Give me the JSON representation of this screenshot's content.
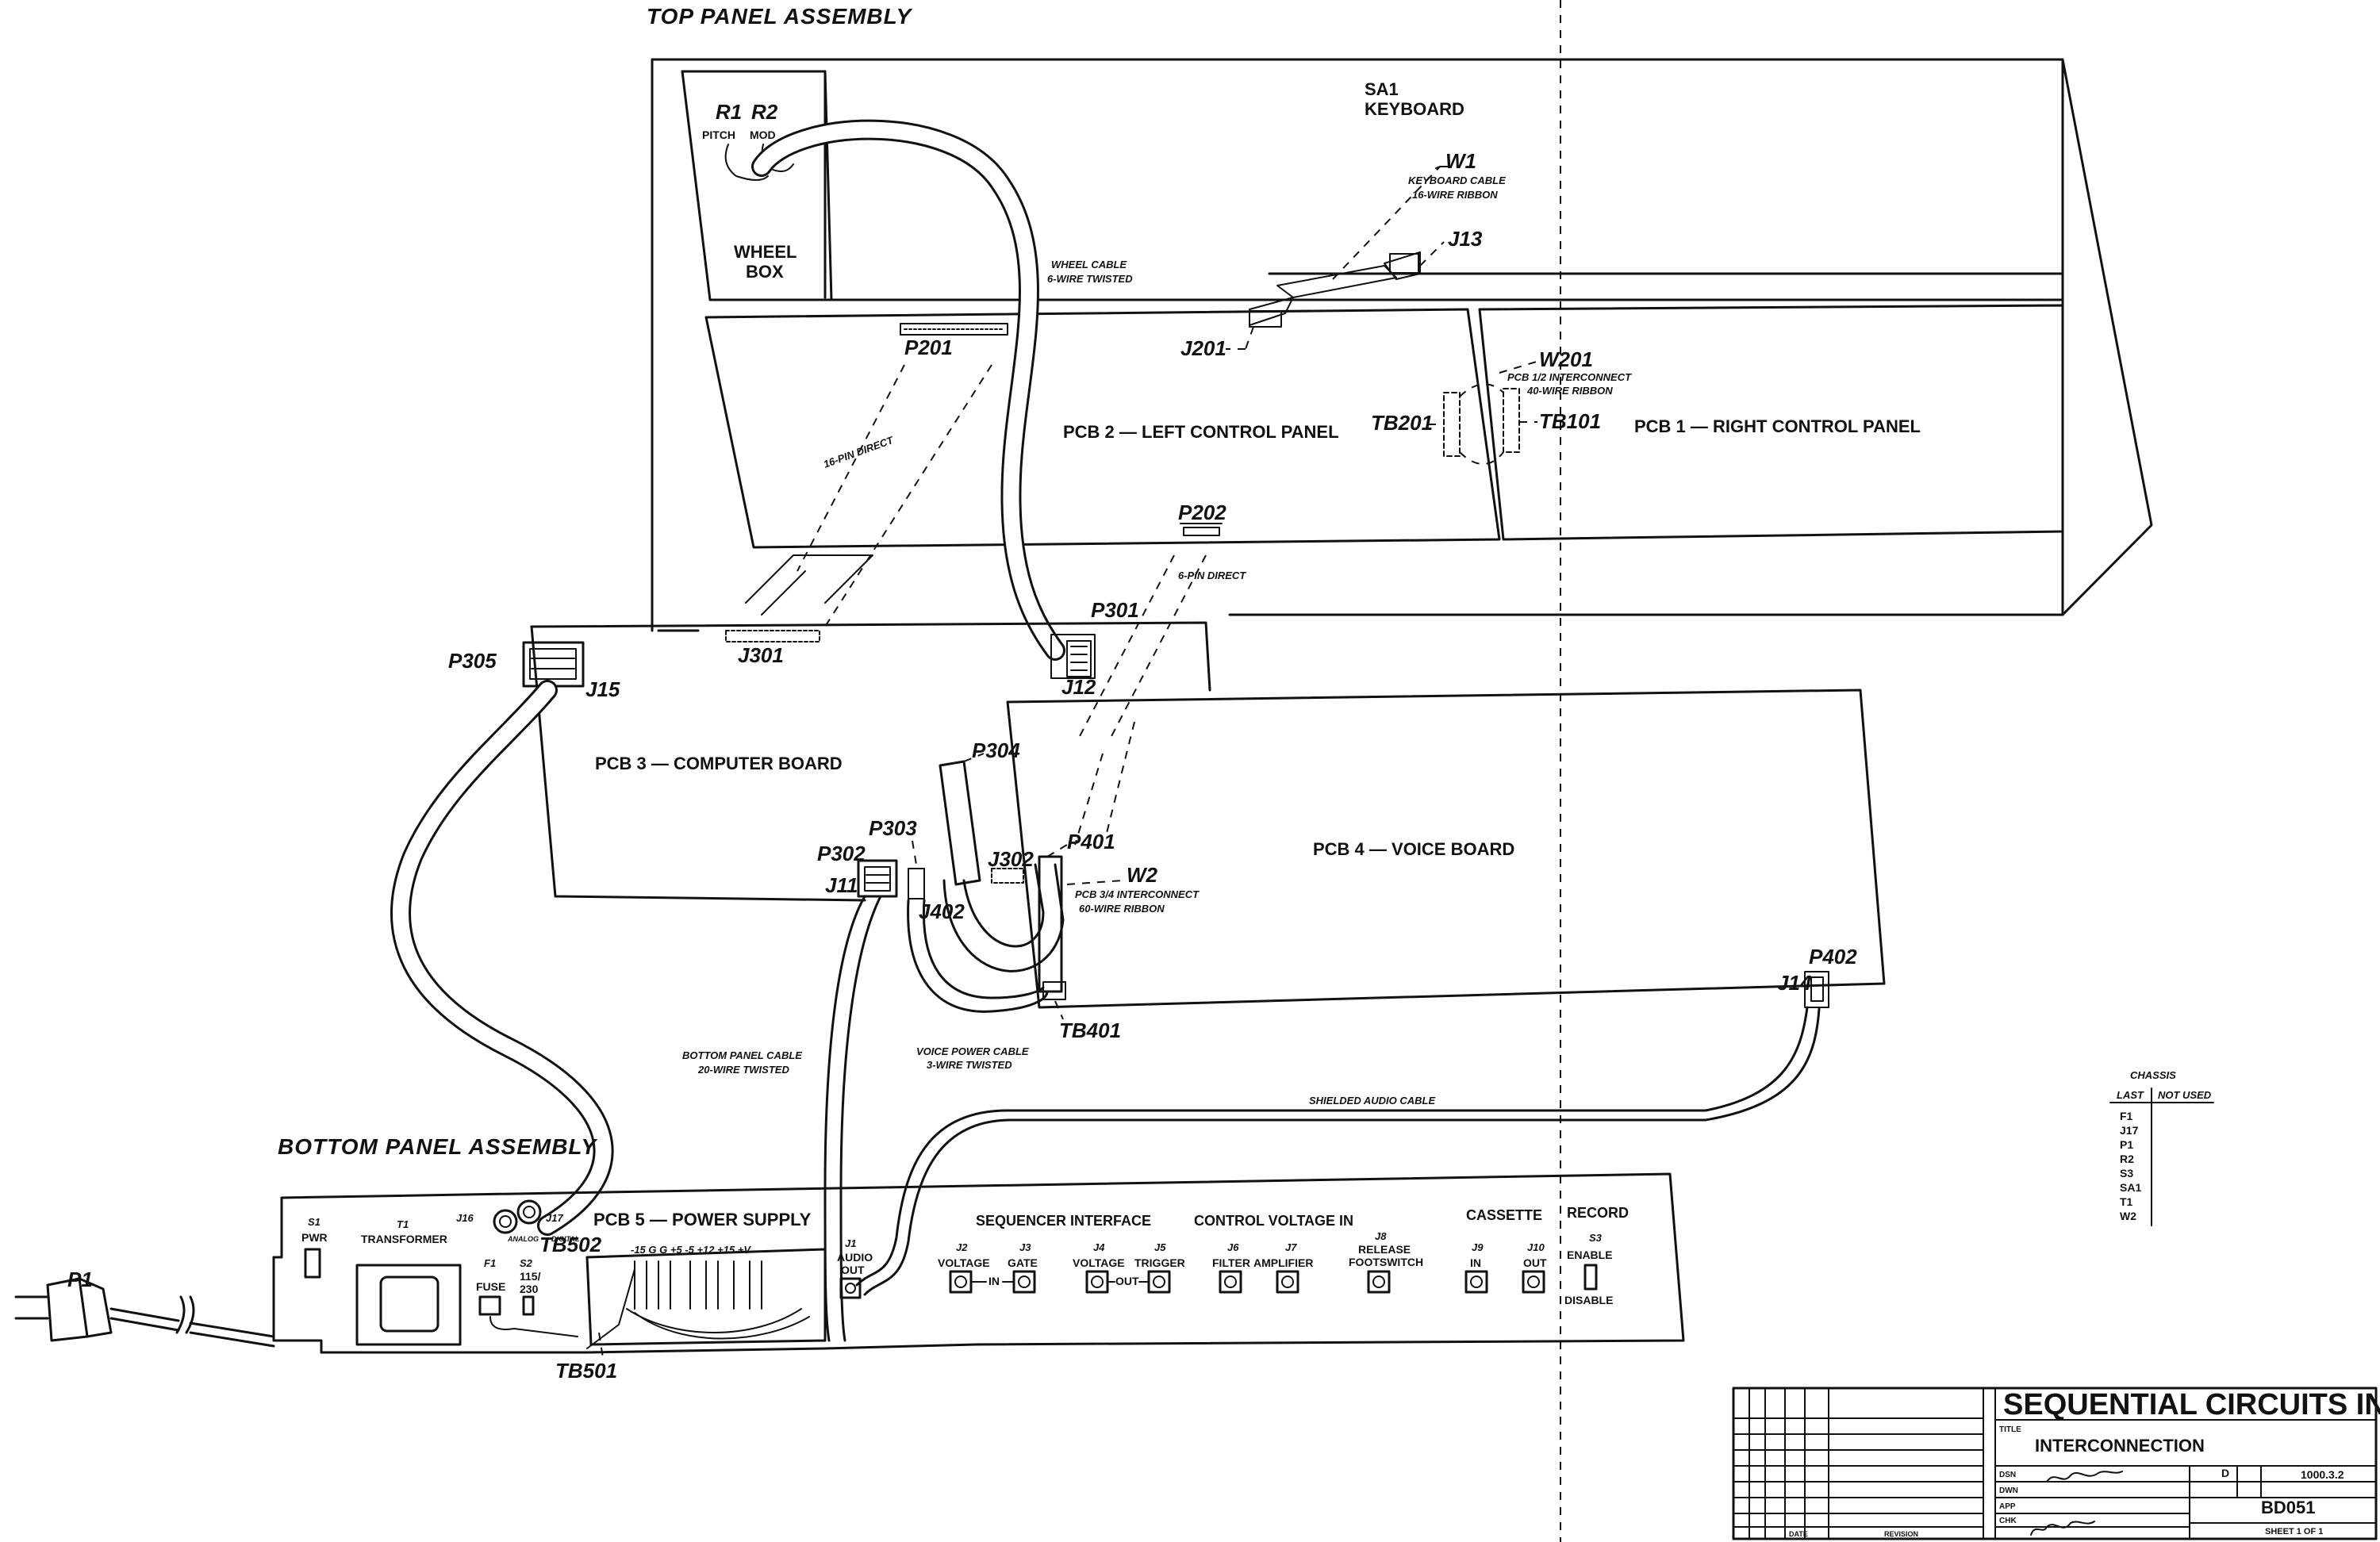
{
  "sections": {
    "top_panel": "TOP PANEL ASSEMBLY",
    "bottom_panel": "BOTTOM PANEL ASSEMBLY"
  },
  "top": {
    "sa1": "SA1",
    "keyboard": "KEYBOARD",
    "r1": "R1",
    "r2": "R2",
    "pitch": "PITCH",
    "mod": "MOD",
    "wheel": "WHEEL",
    "box": "BOX",
    "w1": "W1",
    "keyboard_cable": "KEYBOARD CABLE",
    "w1_ribbon": "16-WIRE RIBBON",
    "j13": "J13",
    "wheel_cable": "WHEEL CABLE",
    "wheel_cable_type": "6-WIRE TWISTED",
    "j201": "J201",
    "p201": "P201",
    "w201": "W201",
    "w201_desc": "PCB 1/2 INTERCONNECT",
    "w201_ribbon": "40-WIRE RIBBON",
    "tb201": "TB201",
    "tb101": "TB101",
    "pcb2": "PCB 2 — LEFT CONTROL PANEL",
    "pcb1": "PCB 1 — RIGHT CONTROL PANEL",
    "pin16": "16-PIN DIRECT",
    "p202": "P202",
    "pin6": "6-PIN DIRECT",
    "p301": "P301",
    "j301": "J301",
    "j12": "J12"
  },
  "boards": {
    "p305": "P305",
    "j15": "J15",
    "pcb3": "PCB 3 — COMPUTER BOARD",
    "p304": "P304",
    "p303": "P303",
    "p302": "P302",
    "j11": "J11",
    "j302": "J302",
    "p401": "P401",
    "j402": "J402",
    "w2": "W2",
    "w2_desc": "PCB 3/4 INTERCONNECT",
    "w2_ribbon": "60-WIRE RIBBON",
    "pcb4": "PCB 4 — VOICE BOARD",
    "p402": "P402",
    "j14": "J14",
    "tb401": "TB401",
    "bottom_cable": "BOTTOM PANEL CABLE",
    "bottom_cable_type": "20-WIRE TWISTED",
    "voice_power": "VOICE POWER CABLE",
    "voice_power_type": "3-WIRE TWISTED",
    "shielded": "SHIELDED AUDIO CABLE"
  },
  "bottom": {
    "p1": "P1",
    "s1": "S1",
    "pwr": "PWR",
    "t1": "T1",
    "transformer": "TRANSFORMER",
    "j16": "J16",
    "j17": "J17",
    "analog": "ANALOG",
    "digital": "DIGITAL",
    "f1": "F1",
    "fuse": "FUSE",
    "s2": "S2",
    "s2_v1": "115/",
    "s2_v2": "230",
    "pcb5": "PCB 5 — POWER SUPPLY",
    "tb502": "TB502",
    "tb501": "TB501",
    "rails": "-15 G G   +5  -5 +12  +15 +V",
    "j1": "J1",
    "audio": "AUDIO",
    "out": "OUT",
    "seq_interface": "SEQUENCER INTERFACE",
    "cv_in": "CONTROL VOLTAGE IN",
    "cassette": "CASSETTE",
    "record": "RECORD",
    "j2": "J2",
    "voltage1": "VOLTAGE",
    "in": "IN",
    "j3": "J3",
    "gate": "GATE",
    "j4": "J4",
    "voltage2": "VOLTAGE",
    "out2": "OUT",
    "j5": "J5",
    "trigger": "TRIGGER",
    "j6": "J6",
    "filter": "FILTER",
    "j7": "J7",
    "amplifier": "AMPLIFIER",
    "j8": "J8",
    "release": "RELEASE",
    "footswitch": "FOOTSWITCH",
    "j9": "J9",
    "in2": "IN",
    "j10": "J10",
    "out3": "OUT",
    "s3": "S3",
    "enable": "ENABLE",
    "disable": "DISABLE"
  },
  "chassis": {
    "title": "CHASSIS",
    "last": "LAST",
    "not_used": "NOT USED",
    "items": [
      "F1",
      "J17",
      "P1",
      "R2",
      "S3",
      "SA1",
      "T1",
      "W2"
    ]
  },
  "title_block": {
    "company": "SEQUENTIAL CIRCUITS INC",
    "title_label": "TITLE",
    "title": "INTERCONNECTION",
    "dwn": "DSN",
    "drn": "DWN",
    "chk": "CHK",
    "app": "APP",
    "size": "D",
    "doc_ref": "1000.3.2",
    "doc_no": "BD051",
    "sheet": "SHEET 1 OF 1",
    "date": "DATE",
    "revision": "REVISION"
  }
}
